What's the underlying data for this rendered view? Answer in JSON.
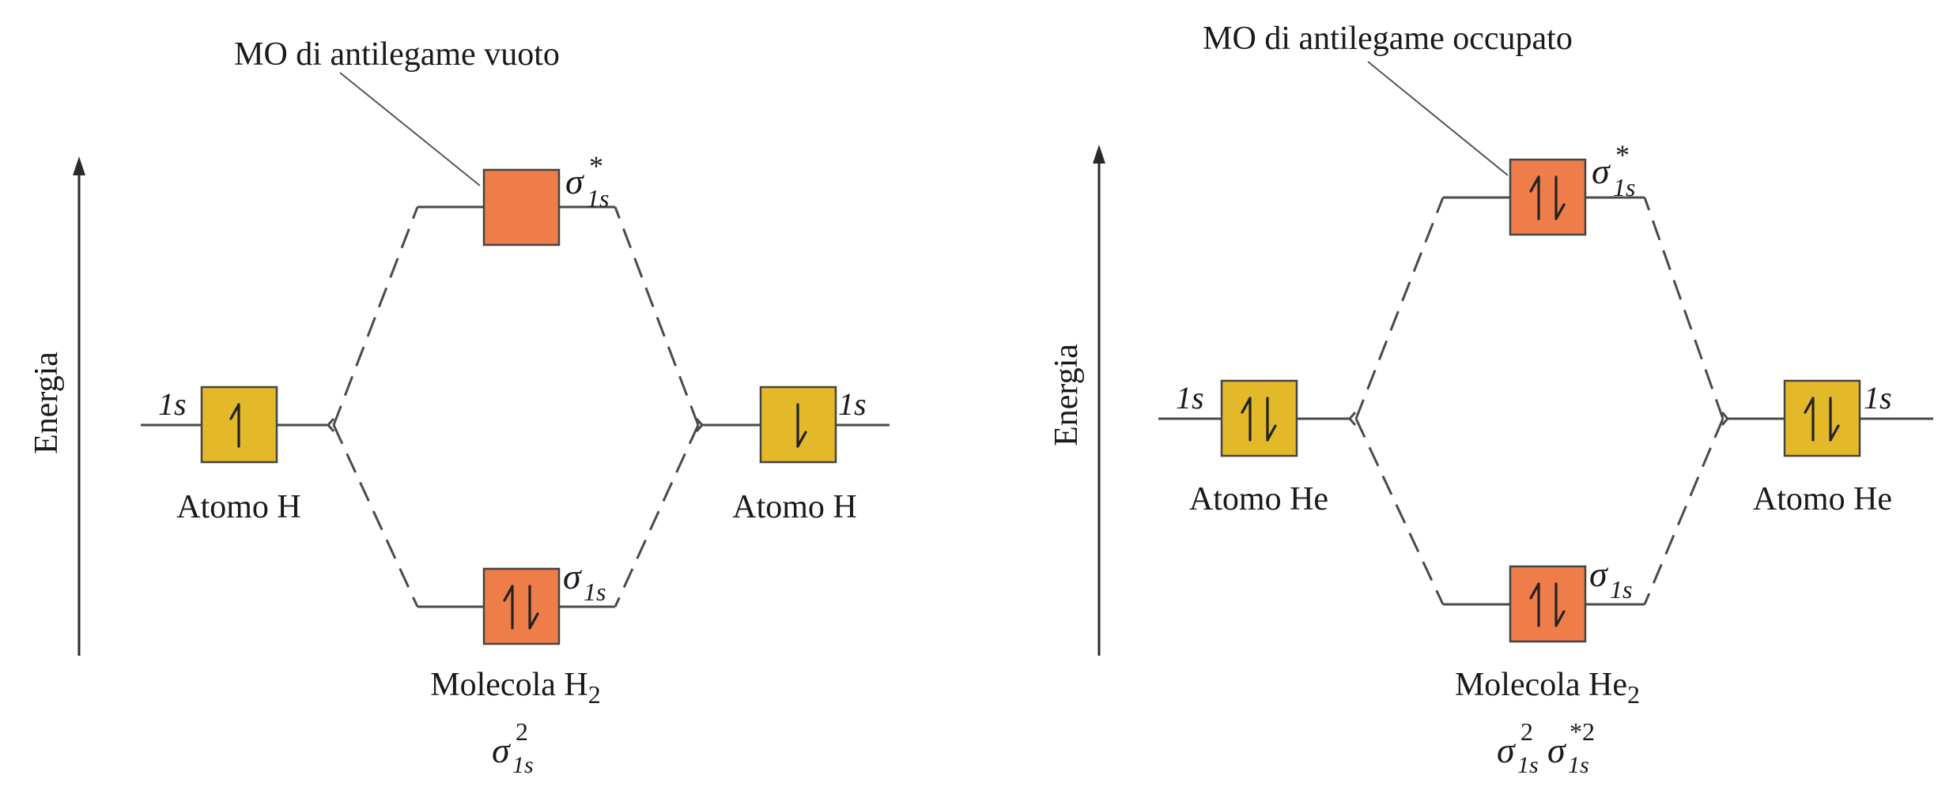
{
  "panels": [
    {
      "axis_label": "Energia",
      "callout": "MO di antilegame vuoto",
      "left_atom": {
        "orbital": "1s",
        "label": "Atomo H",
        "electrons": "up"
      },
      "right_atom": {
        "orbital": "1s",
        "label": "Atomo H",
        "electrons": "down"
      },
      "antibonding": {
        "symbol": "σ",
        "star": "*",
        "sub": "1s",
        "electrons": "none"
      },
      "bonding": {
        "symbol": "σ",
        "sub": "1s",
        "electrons": "pair"
      },
      "molecule": {
        "prefix": "Molecola H",
        "sub": "2"
      },
      "configuration": [
        {
          "symbol": "σ",
          "sub": "1s",
          "sup": "2"
        }
      ]
    },
    {
      "axis_label": "Energia",
      "callout": "MO di antilegame occupato",
      "left_atom": {
        "orbital": "1s",
        "label": "Atomo He",
        "electrons": "pair"
      },
      "right_atom": {
        "orbital": "1s",
        "label": "Atomo He",
        "electrons": "pair"
      },
      "antibonding": {
        "symbol": "σ",
        "star": "*",
        "sub": "1s",
        "electrons": "pair"
      },
      "bonding": {
        "symbol": "σ",
        "sub": "1s",
        "electrons": "pair"
      },
      "molecule": {
        "prefix": "Molecola He",
        "sub": "2"
      },
      "configuration": [
        {
          "symbol": "σ",
          "sub": "1s",
          "sup": "2"
        },
        {
          "symbol": "σ",
          "sub": "1s",
          "sup": "*2"
        }
      ]
    }
  ],
  "colors": {
    "atomic_orbital": "#e3b92a",
    "molecular_orbital": "#ee7d4a",
    "lines": "#4a4a4a"
  }
}
